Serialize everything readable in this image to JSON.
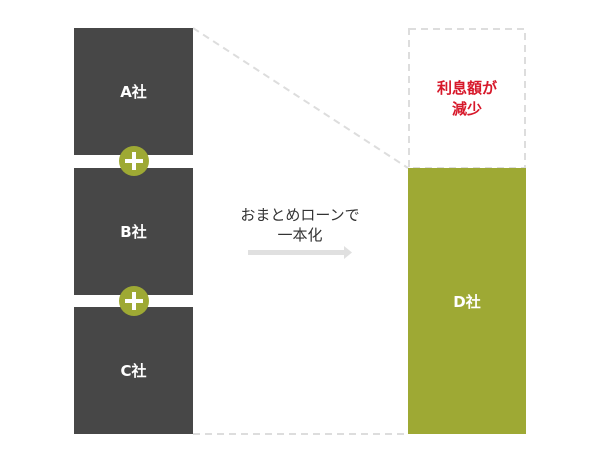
{
  "companies": {
    "a": "A社",
    "b": "B社",
    "c": "C社",
    "d": "D社"
  },
  "middle_text": "おまとめローンで\n一本化",
  "result_text": "利息額が\n減少",
  "colors": {
    "dark": "#474747",
    "green": "#9ea934",
    "red": "#d7182a"
  }
}
